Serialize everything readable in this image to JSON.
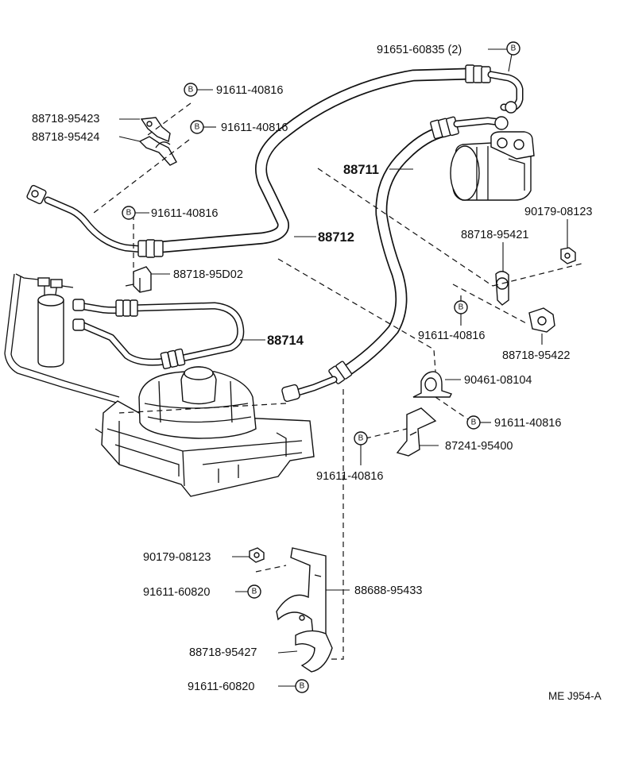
{
  "diagram": {
    "parts": {
      "hose_88711": "88711",
      "hose_88712": "88712",
      "tube_88714": "88714"
    },
    "bolt_symbol_letter": "B",
    "callouts": {
      "c01": "91651-60835 (2)",
      "c02": "91611-40816",
      "c03": "88718-95423",
      "c04": "91611-40816",
      "c05": "88718-95424",
      "c06": "91611-40816",
      "c07": "88718-95D02",
      "c08": "90179-08123",
      "c09": "88718-95421",
      "c10": "91611-40816",
      "c11": "88718-95422",
      "c12": "90461-08104",
      "c13": "91611-40816",
      "c14": "87241-95400",
      "c15": "91611-40816",
      "c16": "90179-08123",
      "c17": "91611-60820",
      "c18": "88688-95433",
      "c19": "88718-95427",
      "c20": "91611-60820"
    },
    "reference_code": "ME J954-A"
  }
}
